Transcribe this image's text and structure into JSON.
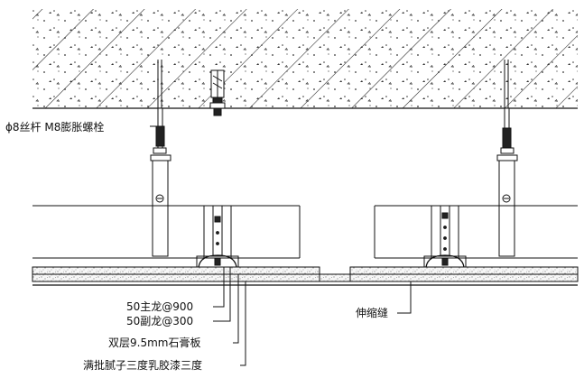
{
  "labels": {
    "anchor": "ϕ8丝杆 M8膨胀螺栓",
    "main_keel": "50主龙@900",
    "sub_keel": "50副龙@300",
    "gypsum": "双层9.5mm石膏板",
    "paint": "满批腻子三度乳胶漆三度",
    "joint": "伸缩缝"
  },
  "colors": {
    "line": "#111111",
    "hatch": "#222222",
    "speckle": "#333333",
    "board_fill": "#f4f4f4"
  }
}
